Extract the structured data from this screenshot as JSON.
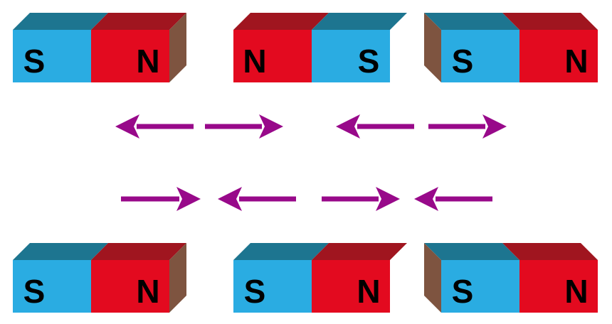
{
  "colors": {
    "blue_face": "#2AACE2",
    "blue_top": "#1D7590",
    "red_face": "#E30A1F",
    "red_top": "#A0151F",
    "end_cap": "#7E5440",
    "arrow": "#98098A",
    "label": "#000000"
  },
  "magnets": [
    {
      "id": "top-left",
      "segments": [
        {
          "label": "S",
          "pole": "blue"
        },
        {
          "label": "N",
          "pole": "red"
        }
      ],
      "end": "right"
    },
    {
      "id": "top-middle",
      "segments": [
        {
          "label": "N",
          "pole": "red"
        },
        {
          "label": "S",
          "pole": "blue"
        }
      ],
      "end": "none"
    },
    {
      "id": "top-right",
      "segments": [
        {
          "label": "S",
          "pole": "blue"
        },
        {
          "label": "N",
          "pole": "red"
        }
      ],
      "end": "left"
    },
    {
      "id": "bottom-left",
      "segments": [
        {
          "label": "S",
          "pole": "blue"
        },
        {
          "label": "N",
          "pole": "red"
        }
      ],
      "end": "right"
    },
    {
      "id": "bottom-middle",
      "segments": [
        {
          "label": "S",
          "pole": "blue"
        },
        {
          "label": "N",
          "pole": "red"
        }
      ],
      "end": "none"
    },
    {
      "id": "bottom-right",
      "segments": [
        {
          "label": "S",
          "pole": "blue"
        },
        {
          "label": "N",
          "pole": "red"
        }
      ],
      "end": "left"
    }
  ],
  "arrow_rows": [
    {
      "id": "repel-row",
      "directions": [
        "left",
        "right",
        "left",
        "right"
      ]
    },
    {
      "id": "attract-row",
      "directions": [
        "right",
        "left",
        "right",
        "left"
      ]
    }
  ]
}
